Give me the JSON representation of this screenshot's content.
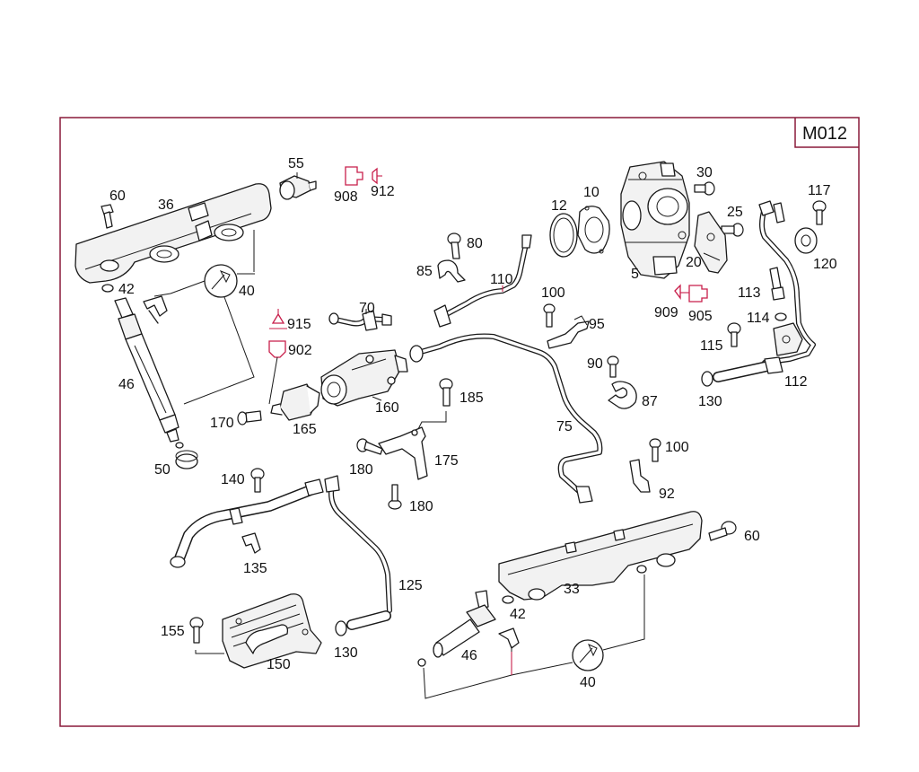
{
  "diagram_code": "M012",
  "colors": {
    "frame": "#8a1a3a",
    "leader_accent": "#c81e4a",
    "line": "#1a1a1a"
  },
  "callouts": [
    {
      "id": "p60a",
      "label": "60"
    },
    {
      "id": "p36",
      "label": "36"
    },
    {
      "id": "p55",
      "label": "55"
    },
    {
      "id": "p908",
      "label": "908"
    },
    {
      "id": "p912",
      "label": "912"
    },
    {
      "id": "p42a",
      "label": "42"
    },
    {
      "id": "p40a",
      "label": "40"
    },
    {
      "id": "p46a",
      "label": "46"
    },
    {
      "id": "p50",
      "label": "50"
    },
    {
      "id": "p915",
      "label": "915"
    },
    {
      "id": "p902",
      "label": "902"
    },
    {
      "id": "p70",
      "label": "70"
    },
    {
      "id": "p170",
      "label": "170"
    },
    {
      "id": "p165",
      "label": "165"
    },
    {
      "id": "p160",
      "label": "160"
    },
    {
      "id": "p80",
      "label": "80"
    },
    {
      "id": "p85",
      "label": "85"
    },
    {
      "id": "p110",
      "label": "110"
    },
    {
      "id": "p100a",
      "label": "100"
    },
    {
      "id": "p95",
      "label": "95"
    },
    {
      "id": "p185",
      "label": "185"
    },
    {
      "id": "p175",
      "label": "175"
    },
    {
      "id": "p180a",
      "label": "180"
    },
    {
      "id": "p180b",
      "label": "180"
    },
    {
      "id": "p75",
      "label": "75"
    },
    {
      "id": "p90",
      "label": "90"
    },
    {
      "id": "p87",
      "label": "87"
    },
    {
      "id": "p12",
      "label": "12"
    },
    {
      "id": "p10",
      "label": "10"
    },
    {
      "id": "p30",
      "label": "30"
    },
    {
      "id": "p5",
      "label": "5"
    },
    {
      "id": "p25",
      "label": "25"
    },
    {
      "id": "p20",
      "label": "20"
    },
    {
      "id": "p117",
      "label": "117"
    },
    {
      "id": "p120",
      "label": "120"
    },
    {
      "id": "p113",
      "label": "113"
    },
    {
      "id": "p909",
      "label": "909"
    },
    {
      "id": "p905",
      "label": "905"
    },
    {
      "id": "p114",
      "label": "114"
    },
    {
      "id": "p115",
      "label": "115"
    },
    {
      "id": "p112",
      "label": "112"
    },
    {
      "id": "p130a",
      "label": "130"
    },
    {
      "id": "p100b",
      "label": "100"
    },
    {
      "id": "p92",
      "label": "92"
    },
    {
      "id": "p140",
      "label": "140"
    },
    {
      "id": "p135",
      "label": "135"
    },
    {
      "id": "p125",
      "label": "125"
    },
    {
      "id": "p155",
      "label": "155"
    },
    {
      "id": "p150",
      "label": "150"
    },
    {
      "id": "p130b",
      "label": "130"
    },
    {
      "id": "p60b",
      "label": "60"
    },
    {
      "id": "p33",
      "label": "33"
    },
    {
      "id": "p42b",
      "label": "42"
    },
    {
      "id": "p46b",
      "label": "46"
    },
    {
      "id": "p40b",
      "label": "40"
    }
  ]
}
